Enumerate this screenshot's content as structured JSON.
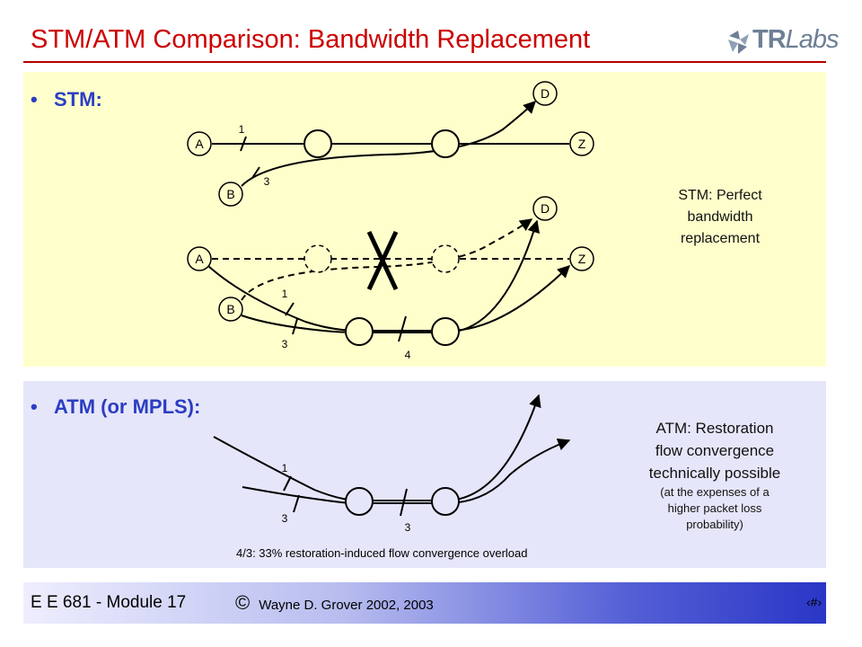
{
  "slide": {
    "title": "STM/ATM Comparison: Bandwidth Replacement"
  },
  "logo": {
    "part_bold": "TR",
    "part_italic": "Labs",
    "mark_color": "#6d7f95"
  },
  "stm": {
    "bullet_marker": "•",
    "heading": "STM:",
    "note_lines": [
      "STM: Perfect",
      "bandwidth",
      "replacement"
    ],
    "top_diagram": {
      "node_a": "A",
      "node_b": "B",
      "node_d": "D",
      "node_z": "Z",
      "label_a_link": "1",
      "label_b_link": "3"
    },
    "bottom_diagram": {
      "node_a": "A",
      "node_b": "B",
      "node_d": "D",
      "node_z": "Z",
      "label_a_link": "1",
      "label_b_link": "3",
      "label_shared": "4"
    }
  },
  "atm": {
    "bullet_marker": "•",
    "heading": "ATM (or MPLS):",
    "note_main": [
      "ATM: Restoration",
      "flow convergence",
      "technically possible"
    ],
    "note_small": [
      "(at the expenses of a",
      "higher packet loss",
      "probability)"
    ],
    "diagram": {
      "label_upper": "1",
      "label_lower": "3",
      "label_shared": "3"
    },
    "overload_caption": "4/3: 33% restoration-induced flow convergence overload"
  },
  "footer": {
    "course": "E E 681 - Module 17",
    "copyright_symbol": "©",
    "copyright_text": "Wayne D. Grover 2002, 2003",
    "page_number": "‹#›"
  },
  "colors": {
    "title_red": "#cc0000",
    "bullet_blue": "#2b3ec2",
    "stm_panel": "#ffffcc",
    "atm_panel": "#e6e6fa"
  }
}
